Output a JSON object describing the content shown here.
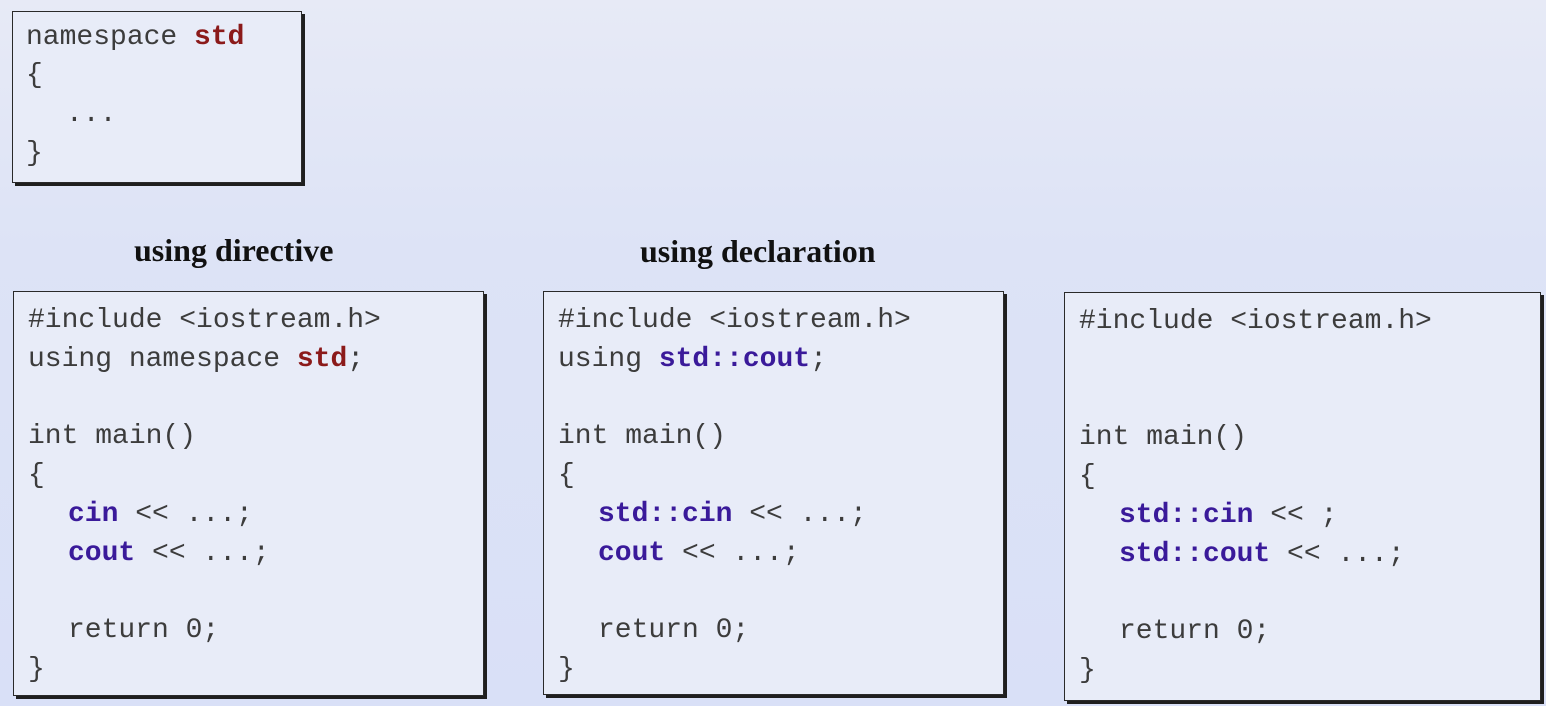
{
  "namespace_box": {
    "line1_keyword": "namespace ",
    "line1_name": "std",
    "open_brace": "{",
    "ellipsis": "...",
    "close_brace": "}"
  },
  "headings": {
    "directive": "using directive",
    "declaration": "using declaration"
  },
  "directive_box": {
    "include": "#include <iostream.h>",
    "using_prefix": "using namespace ",
    "using_name": "std",
    "using_suffix": ";",
    "main_sig": "int main()",
    "open_brace": "{",
    "cin_name": "cin",
    "cin_rest": " << ...;",
    "cout_name": "cout",
    "cout_rest": " << ...;",
    "return_stmt": "return 0;",
    "close_brace": "}"
  },
  "declaration_box": {
    "include": "#include <iostream.h>",
    "using_prefix": "using ",
    "using_name": "std::cout",
    "using_suffix": ";",
    "main_sig": "int main()",
    "open_brace": "{",
    "cin_name": "std::cin",
    "cin_rest": " << ...;",
    "cout_name": "cout",
    "cout_rest": " << ...;",
    "return_stmt": "return 0;",
    "close_brace": "}"
  },
  "qualified_box": {
    "include": "#include <iostream.h>",
    "main_sig": "int main()",
    "open_brace": "{",
    "cin_name": "std::cin",
    "cin_rest": " << ;",
    "cout_name": "std::cout",
    "cout_rest": " << ...;",
    "return_stmt": "return 0;",
    "close_brace": "}"
  },
  "colors": {
    "namespace_name": "#8b1a1a",
    "identifier": "#3a1a9a",
    "plain_code": "#3c3c3c"
  }
}
